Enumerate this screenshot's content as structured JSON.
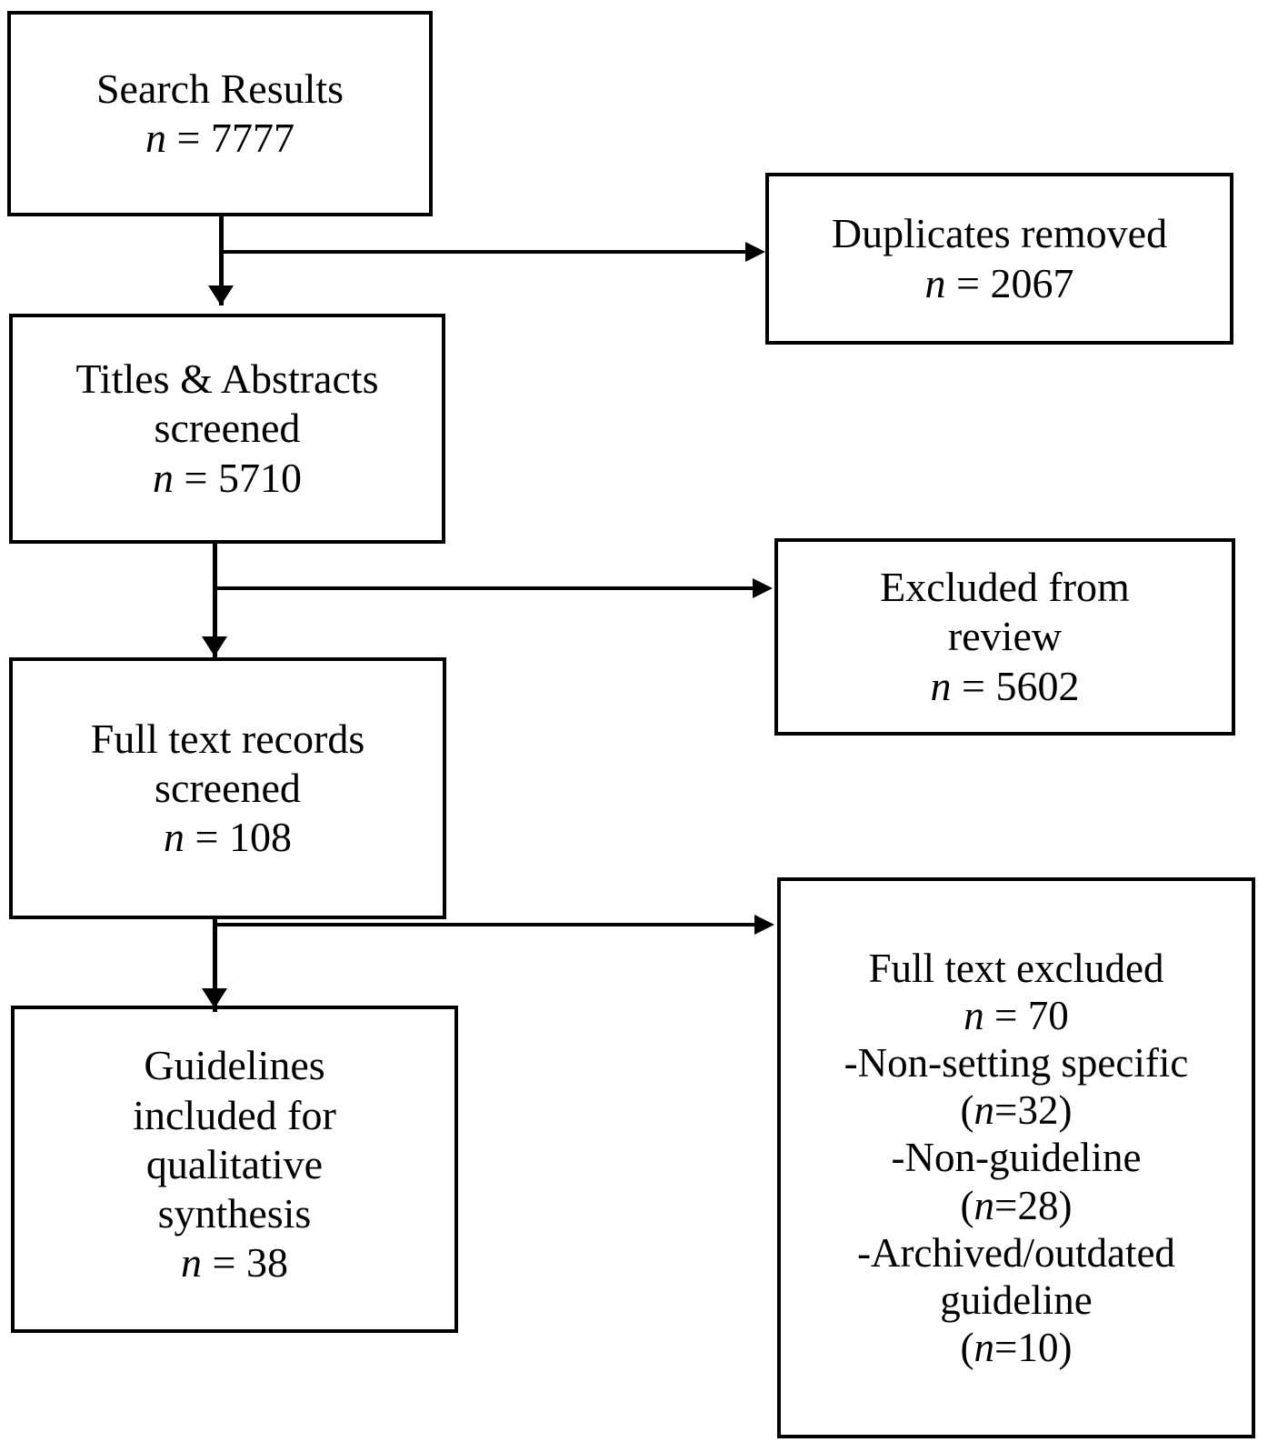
{
  "diagram": {
    "type": "prisma-flow-diagram",
    "title": "PRISMA study selection flow diagram",
    "colors": {
      "box_border": "#000000",
      "box_fill": "#ffffff",
      "connector": "#000000",
      "text": "#000000",
      "background": "#ffffff"
    }
  },
  "nodes": {
    "search_results": {
      "label": "Search Results",
      "count_label": "n",
      "count_separator": " = ",
      "count_value": "7777",
      "count_text": "n = 7777"
    },
    "duplicates_removed": {
      "label": "Duplicates removed",
      "count_label": "n",
      "count_separator": " = ",
      "count_value": "2067",
      "count_text": "n = 2067"
    },
    "titles_abstracts_screened": {
      "label_line1": "Titles & Abstracts",
      "label_line2": "screened",
      "count_label": "n",
      "count_separator": " = ",
      "count_value": "5710",
      "count_text": "n = 5710"
    },
    "excluded_from_review": {
      "label_line1": "Excluded from",
      "label_line2": "review",
      "count_label": "n",
      "count_separator": " = ",
      "count_value": "5602",
      "count_text": "n = 5602"
    },
    "full_text_records_screened": {
      "label_line1": "Full text records",
      "label_line2": "screened",
      "count_label": "n",
      "count_separator": " = ",
      "count_value": "108",
      "count_text": "n = 108"
    },
    "full_text_excluded": {
      "label": "Full text excluded",
      "count_label": "n",
      "count_separator": " = ",
      "count_value": "70",
      "count_text": "n = 70",
      "reasons": [
        {
          "reason_line1": "-Non-setting specific",
          "reason_line2": null,
          "count_open": "(",
          "count_label": "n",
          "count_separator": "=",
          "count_value": "32",
          "count_close": ")",
          "count_text": "(n=32)"
        },
        {
          "reason_line1": "-Non-guideline",
          "reason_line2": null,
          "count_open": "(",
          "count_label": "n",
          "count_separator": "=",
          "count_value": "28",
          "count_close": ")",
          "count_text": "(n=28)"
        },
        {
          "reason_line1": "-Archived/outdated",
          "reason_line2": "guideline",
          "count_open": "(",
          "count_label": "n",
          "count_separator": "=",
          "count_value": "10",
          "count_close": ")",
          "count_text": "(n=10)"
        }
      ]
    },
    "guidelines_included": {
      "label_line1": "Guidelines",
      "label_line2": "included for",
      "label_line3": "qualitative",
      "label_line4": "synthesis",
      "count_label": "n",
      "count_separator": " = ",
      "count_value": "38",
      "count_text": "n = 38"
    }
  },
  "connectors": [
    {
      "id": "search-to-titles",
      "from": "search_results",
      "to": "titles_abstracts_screened",
      "direction": "down"
    },
    {
      "id": "search-to-duplicates",
      "from": "search_results",
      "to": "duplicates_removed",
      "direction": "right"
    },
    {
      "id": "titles-to-fulltext",
      "from": "titles_abstracts_screened",
      "to": "full_text_records_screened",
      "direction": "down"
    },
    {
      "id": "titles-to-excluded",
      "from": "titles_abstracts_screened",
      "to": "excluded_from_review",
      "direction": "right"
    },
    {
      "id": "fulltext-to-included",
      "from": "full_text_records_screened",
      "to": "guidelines_included",
      "direction": "down"
    },
    {
      "id": "fulltext-to-excluded",
      "from": "full_text_records_screened",
      "to": "full_text_excluded",
      "direction": "right"
    }
  ]
}
